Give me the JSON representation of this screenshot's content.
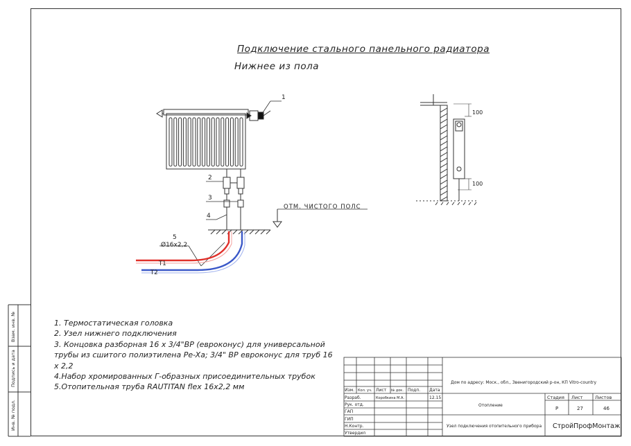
{
  "drawing": {
    "title": "Подключение стального панельного радиатора",
    "subtitle": "Нижнее из пола",
    "callouts": [
      "1",
      "2",
      "3",
      "4",
      "5"
    ],
    "pipe_size": "Ø16х2,2",
    "floor_label": "ОТМ. ЧИСТОГО ПОЛС",
    "pipe_t1": "T1",
    "pipe_t2": "T2",
    "dim_top": "100",
    "dim_bottom": "100"
  },
  "notes": [
    "1. Термостатическая головка",
    "2. Узел нижнего подключения",
    "3. Концовка разборная 16 x 3/4\"ВР (евроконус) для универсальной",
    "трубы из сшитого полиэтилена Pe-Xa; 3/4\" ВР евроконус для труб 16",
    "x 2,2",
    "4.Набор хромированных Г-образных присоединительных трубок",
    "5.Отопительная труба RAUTITAN flex 16x2,2 мм"
  ],
  "side_labels": {
    "vzam": "Взам. инв. №",
    "podpis": "Подпись и дата",
    "inv": "Инв. № подл."
  },
  "title_block": {
    "project": "Дом по адресу: Моск., обл., Звенигородский р-он, КП Vitro-country",
    "section": "Отопление",
    "sheet_title": "Узел подключения отопительного прибора",
    "company": "СтройПрофМонтаж",
    "col_headers": [
      "Изм.",
      "Кол. уч.",
      "Лист",
      "№ док.",
      "Подп.",
      "Дата"
    ],
    "roles": [
      "Разраб.",
      "Рук. отд.",
      "ГАП",
      "ГИП",
      "Н.Контр.",
      "Утвердил"
    ],
    "developer": "Коробкина М.А.",
    "date": "12.15",
    "stage_header": "Стадия",
    "sheet_header": "Лист",
    "sheets_header": "Листов",
    "stage": "Р",
    "sheet_no": "27",
    "sheets_total": "46"
  },
  "colors": {
    "t1": "#e0302a",
    "t2": "#3a58c8",
    "line": "#333333"
  }
}
